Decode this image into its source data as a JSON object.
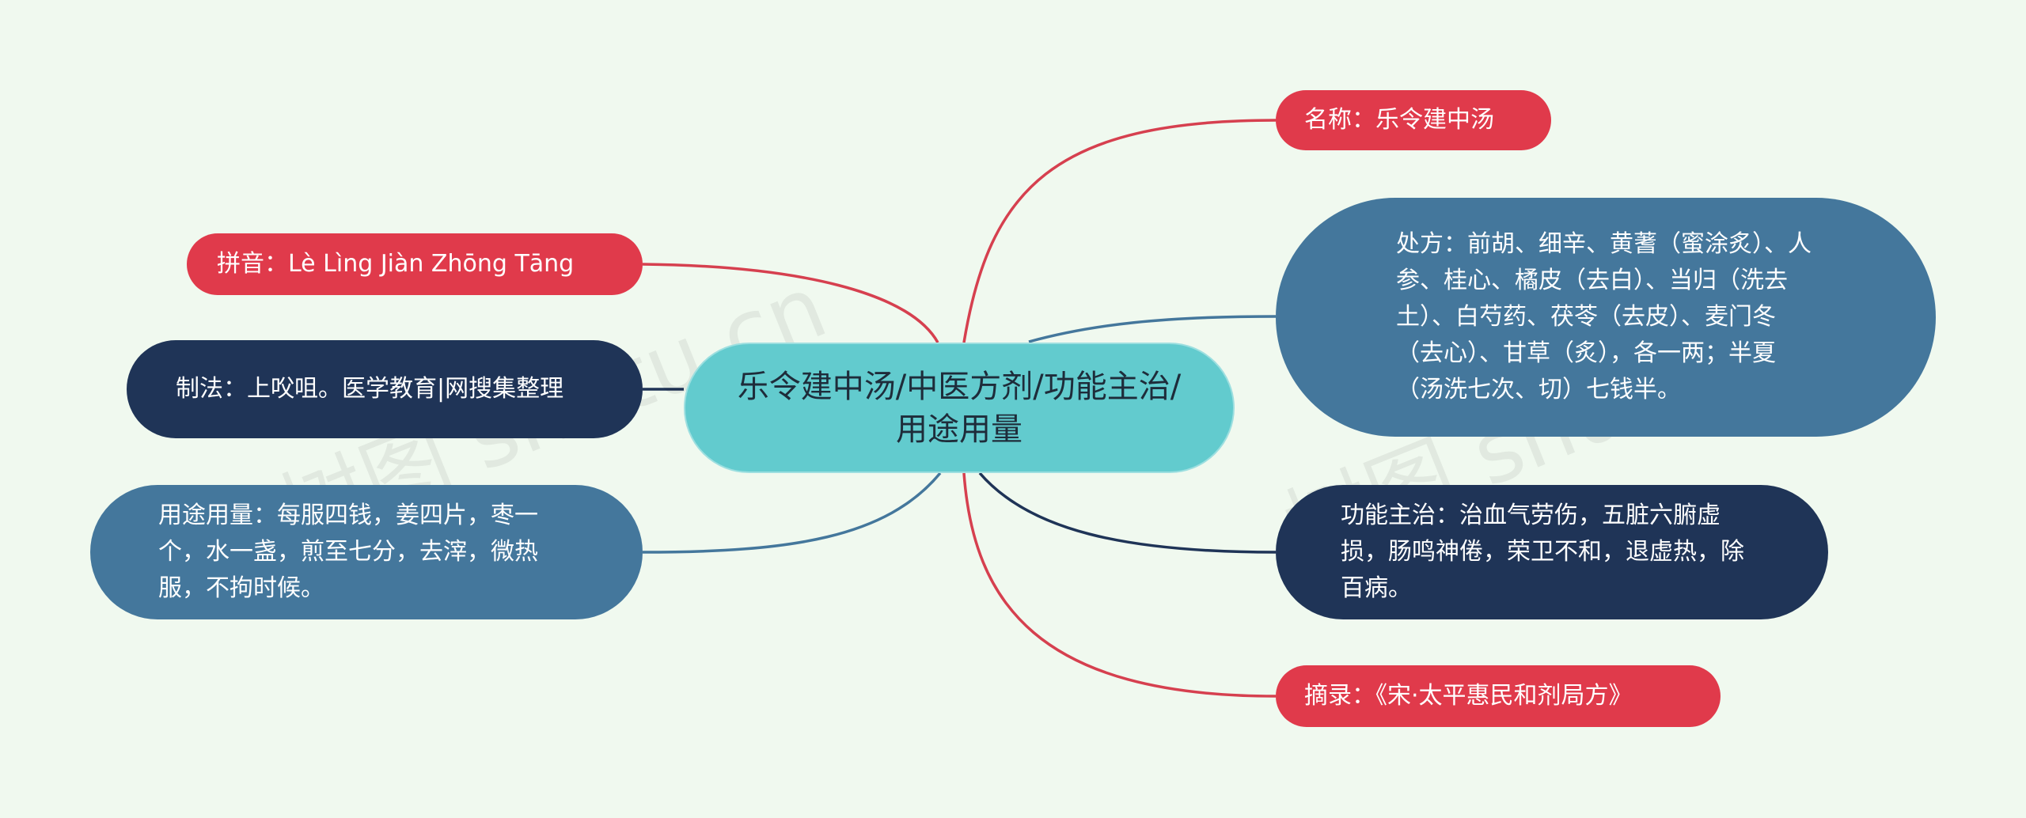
{
  "center": {
    "label": "乐令建中汤/中医方剂/功能主治/用途用量"
  },
  "nodes": {
    "name": {
      "label": "名称：乐令建中汤",
      "color": "#e03a4b"
    },
    "pinyin": {
      "label": "拼音：Lè Lìng Jiàn Zhōng Tāng",
      "color": "#e03a4b"
    },
    "method": {
      "label": "制法：上㕮咀。医学教育|网搜集整理",
      "color": "#1f3457"
    },
    "usage": {
      "label": "用途用量：每服四钱，姜四片，枣一个，水一盏，煎至七分，去滓，微热服，不拘时候。",
      "color": "#44779c"
    },
    "formula": {
      "label": "处方：前胡、细辛、黄蓍（蜜涂炙）、人参、桂心、橘皮（去白）、当归（洗去土）、白芍药、茯苓（去皮）、麦门冬（去心）、甘草（炙），各一两；半夏（汤洗七次、切）七钱半。",
      "color": "#44779c"
    },
    "function": {
      "label": "功能主治：治血气劳伤，五脏六腑虚损，肠鸣神倦，荣卫不和，退虚热，除百病。",
      "color": "#1f3457"
    },
    "excerpt": {
      "label": "摘录：《宋·太平惠民和剂局方》",
      "color": "#e03a4b"
    }
  },
  "watermark": {
    "text": "树图 shutu.cn"
  }
}
